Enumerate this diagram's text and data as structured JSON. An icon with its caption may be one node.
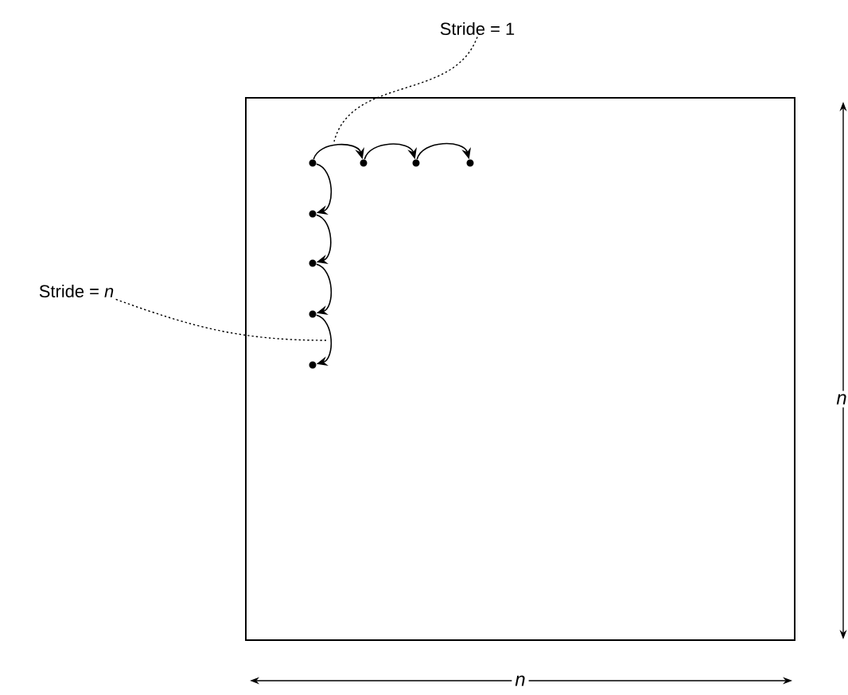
{
  "diagram": {
    "nodes": [
      {
        "text": [],
        "shape": "box"
      },
      {
        "text": [],
        "shape": "circle",
        "in": 0
      },
      {
        "text": [],
        "shape": "circle",
        "in": 0
      },
      {
        "text": [],
        "shape": "circle",
        "in": 0
      },
      {
        "text": [],
        "shape": "circle",
        "in": 0
      },
      {
        "text": [],
        "shape": "circle",
        "in": 0
      },
      {
        "text": [],
        "shape": "circle",
        "in": 0
      },
      {
        "text": [],
        "shape": "circle",
        "in": 0
      },
      {
        "text": [],
        "shape": "circle",
        "in": 0
      },
      {
        "text": [
          "Stride = 1"
        ]
      },
      {
        "text": [
          "Stride = *n*"
        ]
      }
    ],
    "edges": [
      {
        "from": 1,
        "to": 2,
        "arrow": "to"
      },
      {
        "from": 2,
        "to": 3,
        "arrow": "to"
      },
      {
        "from": 3,
        "to": 4,
        "arrow": "to"
      },
      {
        "from": 1,
        "to": 5,
        "arrow": "to"
      },
      {
        "from": 5,
        "to": 6,
        "arrow": "to"
      },
      {
        "from": 6,
        "to": 7,
        "arrow": "to"
      },
      {
        "from": 7,
        "to": 8,
        "arrow": "to"
      },
      {
        "from": 9,
        "to": null,
        "arrow": "none",
        "style": "dashed"
      },
      {
        "from": 10,
        "to": null,
        "arrow": "none",
        "style": "dashed"
      }
    ],
    "labels": [
      "n",
      "n"
    ]
  }
}
